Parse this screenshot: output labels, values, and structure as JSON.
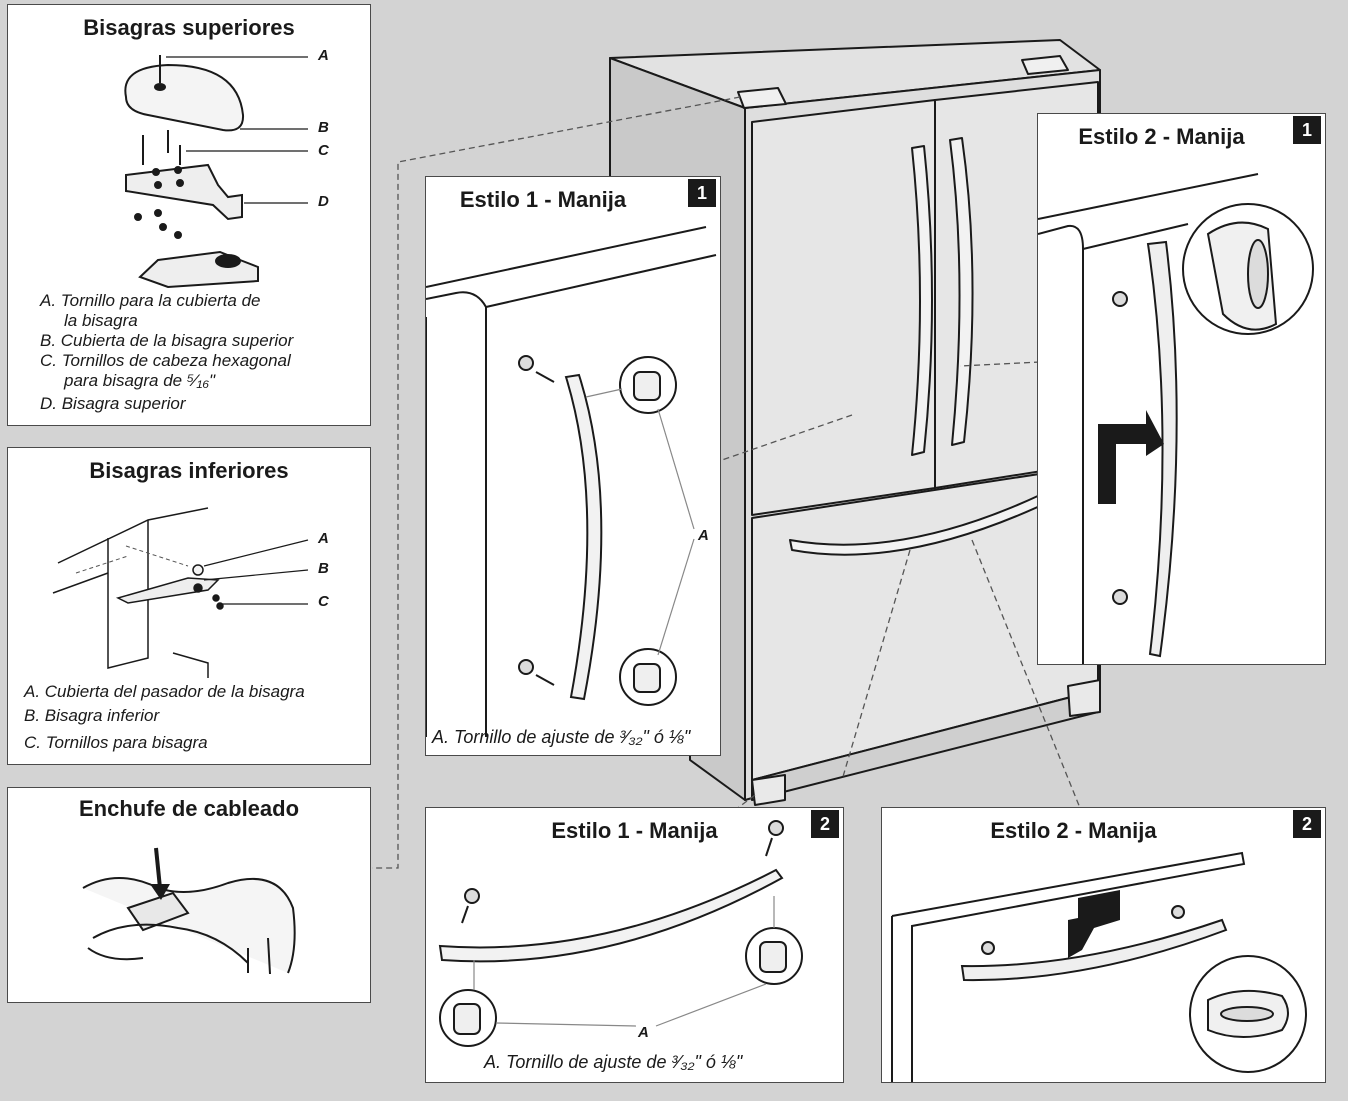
{
  "panels": {
    "top_hinges": {
      "title": "Bisagras superiores",
      "labels": [
        "A",
        "B",
        "C",
        "D"
      ],
      "legend": [
        "A. Tornillo para la cubierta de",
        "la bisagra",
        "B. Cubierta de la bisagra superior",
        "C. Tornillos de cabeza hexagonal",
        "para bisagra de ⁵⁄₁₆\"",
        "D. Bisagra superior"
      ]
    },
    "bottom_hinges": {
      "title": "Bisagras inferiores",
      "labels": [
        "A",
        "B",
        "C"
      ],
      "legend": [
        "A. Cubierta del pasador de la bisagra",
        "B. Bisagra inferior",
        "C. Tornillos para bisagra"
      ]
    },
    "wiring_plug": {
      "title": "Enchufe de cableado"
    },
    "style1_step1": {
      "title": "Estilo 1 - Manija",
      "badge": "1",
      "label": "A",
      "caption": "A. Tornillo de ajuste de ³⁄₃₂\" ó ⅛\""
    },
    "style2_step1": {
      "title": "Estilo 2 - Manija",
      "badge": "1"
    },
    "style1_step2": {
      "title": "Estilo 1 - Manija",
      "badge": "2",
      "label": "A",
      "caption": "A. Tornillo de ajuste de ³⁄₃₂\" ó ⅛\""
    },
    "style2_step2": {
      "title": "Estilo 2 - Manija",
      "badge": "2"
    }
  },
  "colors": {
    "background": "#d3d3d3",
    "panel": "#ffffff",
    "line": "#1a1a1a",
    "badge": "#1a1a1a"
  }
}
